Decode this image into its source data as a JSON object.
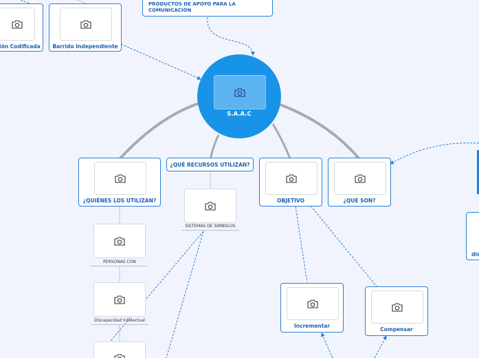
{
  "central": {
    "label": "S.A.A.C"
  },
  "top_note": {
    "line1": "PRODUCTOS DE APOYO PARA LA",
    "line2": "COMUNICACIÓN"
  },
  "scan_left": {
    "label": "ión Codificada"
  },
  "scan_independent": {
    "label": "Barrido Independiente"
  },
  "who": {
    "label": "¿QUIÉNES LOS UTILIZAN?"
  },
  "resources": {
    "label": "¿QUÉ RECURSOS UTILIZAN?"
  },
  "objective": {
    "label": "OBJETIVO"
  },
  "what": {
    "label": "¿QUE SON?"
  },
  "symbols": {
    "label": "SISTEMAS DE SIMBOLOS"
  },
  "people": {
    "label": "PERSONAS CON"
  },
  "intellectual": {
    "label": "Discapacidad Intelectual"
  },
  "increase": {
    "label": "Incrementar"
  },
  "compensate": {
    "label": "Compensar"
  },
  "right_partial": {
    "label": "dis"
  },
  "icon": "camera-icon",
  "colors": {
    "central": "#1893e8",
    "border": "#2a7fd4",
    "label": "#1a62b0",
    "background": "#f1f4fc"
  }
}
